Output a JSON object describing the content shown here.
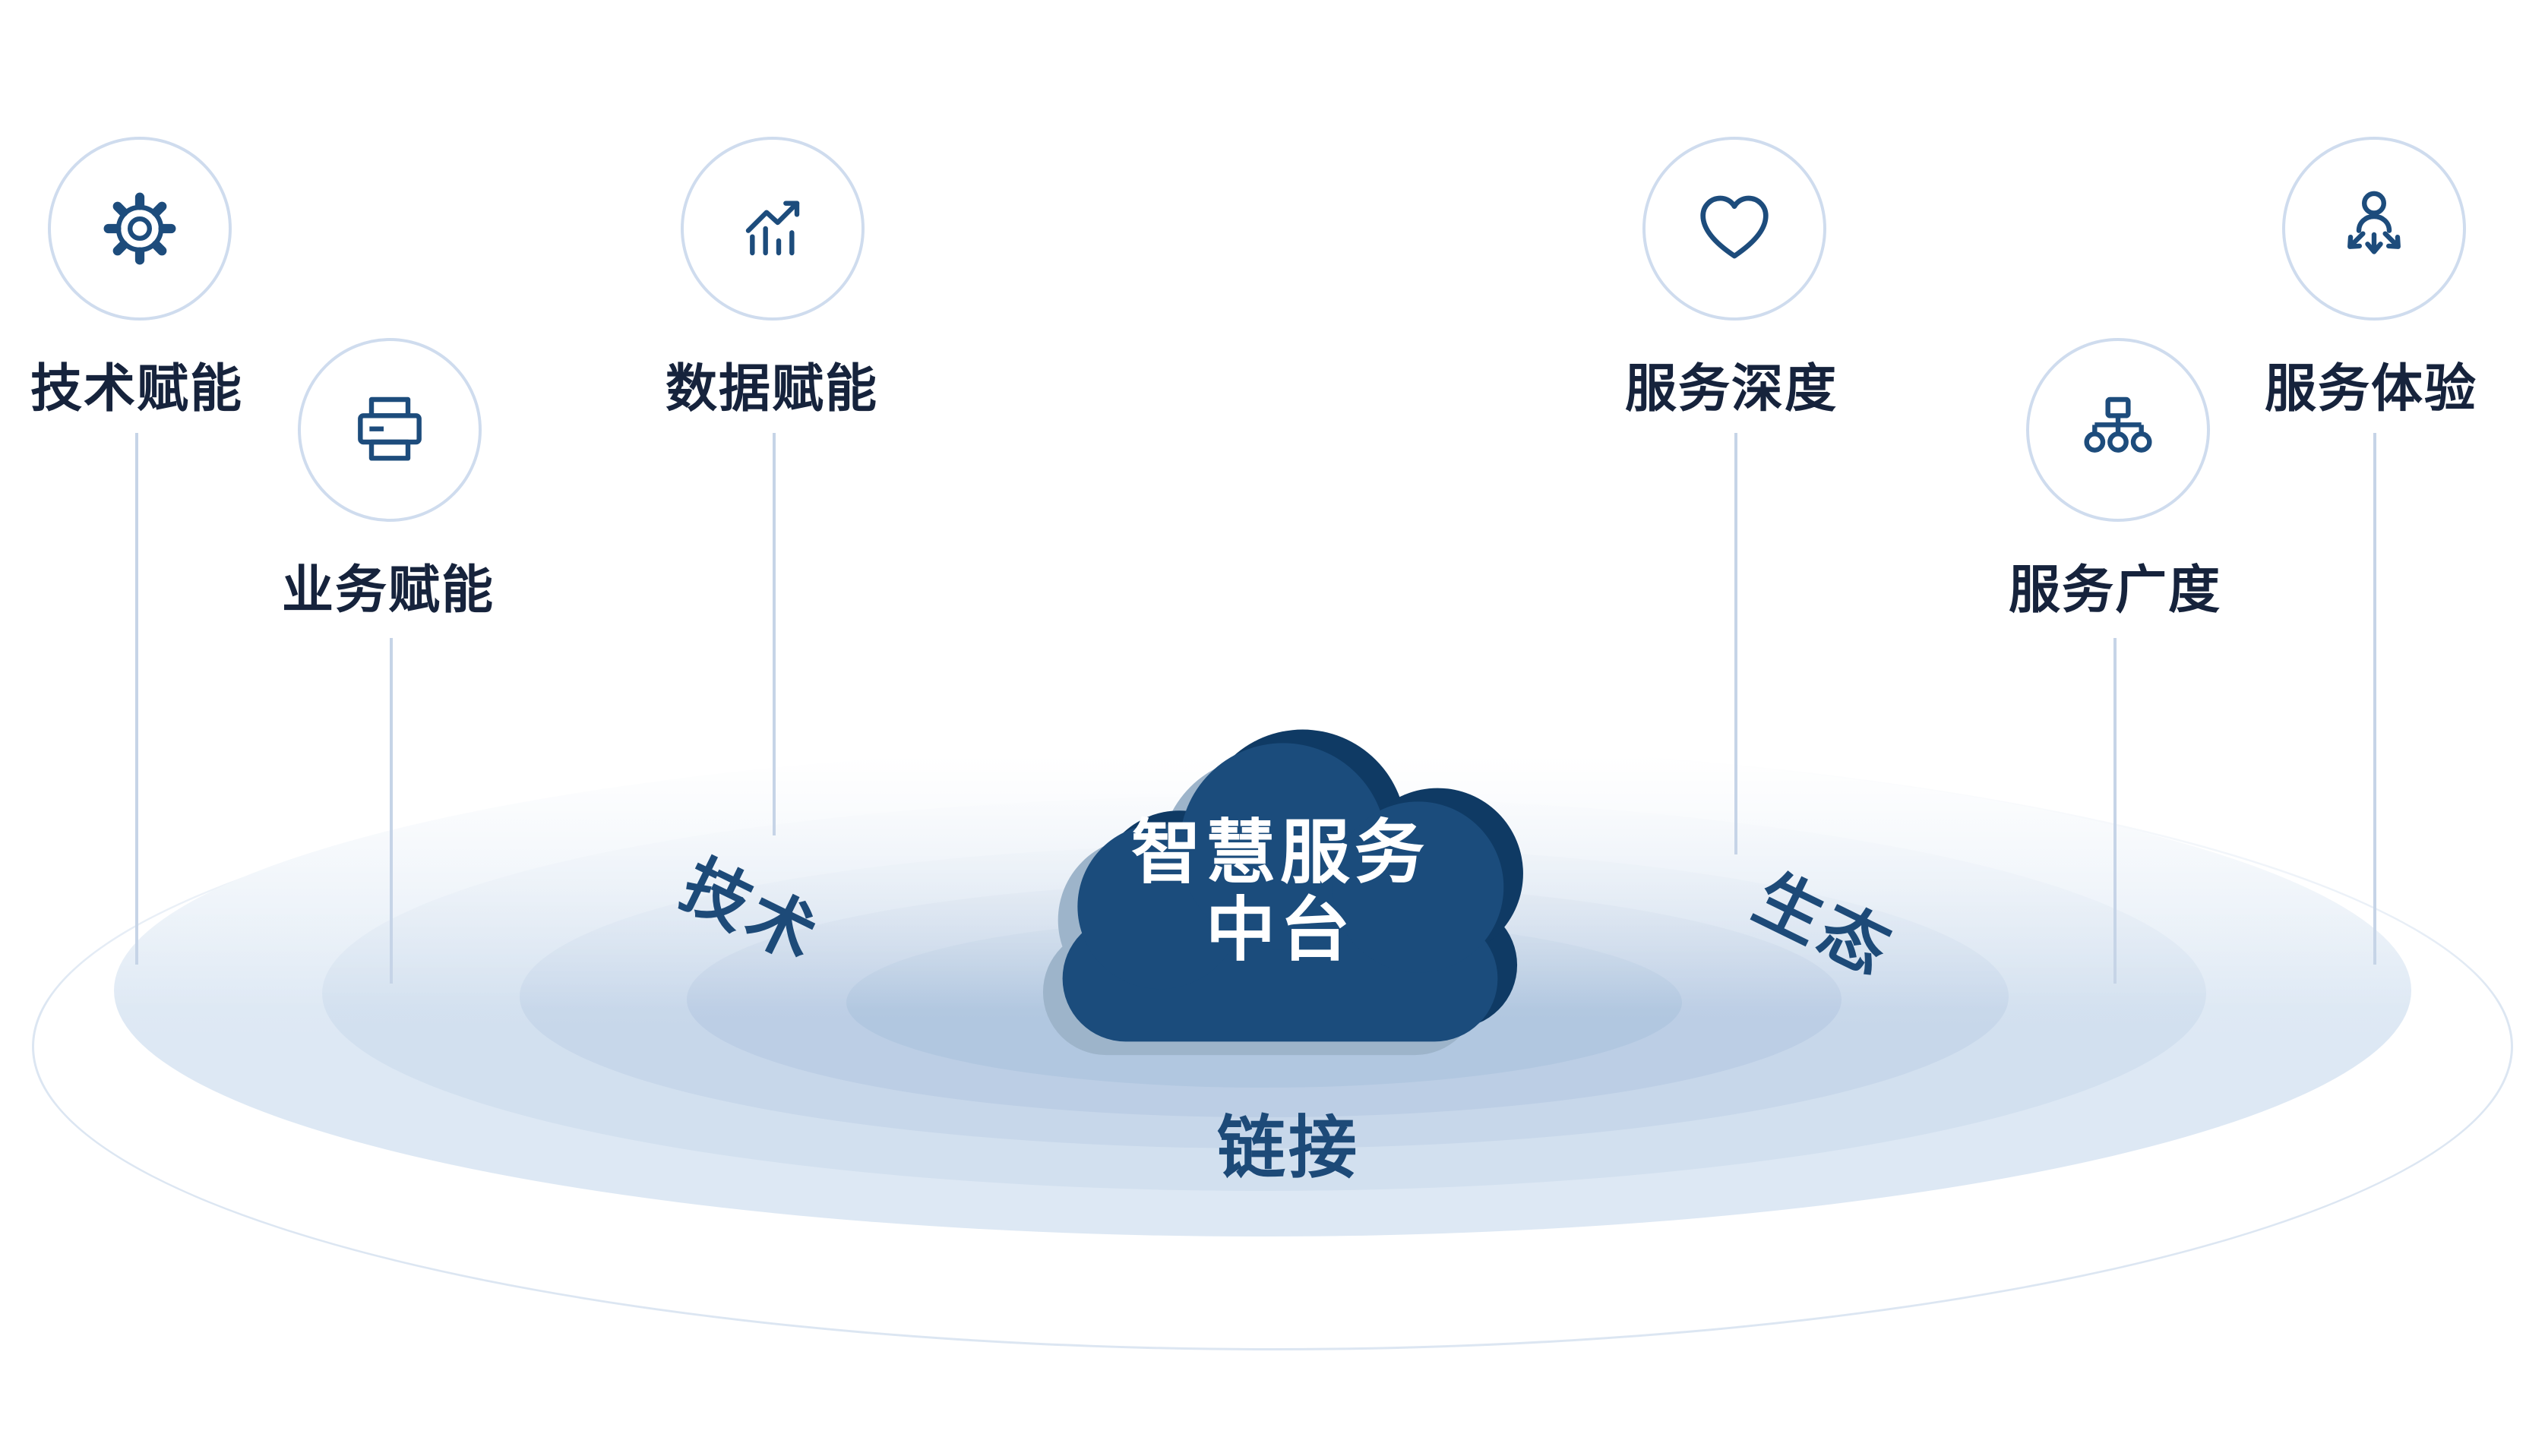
{
  "cloud": {
    "line1": "智慧服务",
    "line2": "中台"
  },
  "ring_labels": {
    "left": "技术",
    "right": "生态",
    "bottom": "链接"
  },
  "nodes": [
    {
      "label": "技术赋能",
      "icon": "gear-icon"
    },
    {
      "label": "业务赋能",
      "icon": "printer-icon"
    },
    {
      "label": "数据赋能",
      "icon": "growth-chart-icon"
    },
    {
      "label": "服务深度",
      "icon": "heart-icon"
    },
    {
      "label": "服务广度",
      "icon": "hierarchy-icon"
    },
    {
      "label": "服务体验",
      "icon": "user-arrows-icon"
    }
  ],
  "colors": {
    "navy": "#1d4c7c",
    "cloud_main": "#1b4c7c",
    "cloud_shadow_dark": "#0f3a64",
    "cloud_shadow_light": "#9db4ca",
    "label_text": "#16233c",
    "connector_line": "#c6d4e7",
    "circle_ring": "#cfdcee",
    "ripples": [
      "#dde8f4",
      "#d2e0ef",
      "#c7d7ea",
      "#bccee5",
      "#b1c7e0"
    ]
  }
}
